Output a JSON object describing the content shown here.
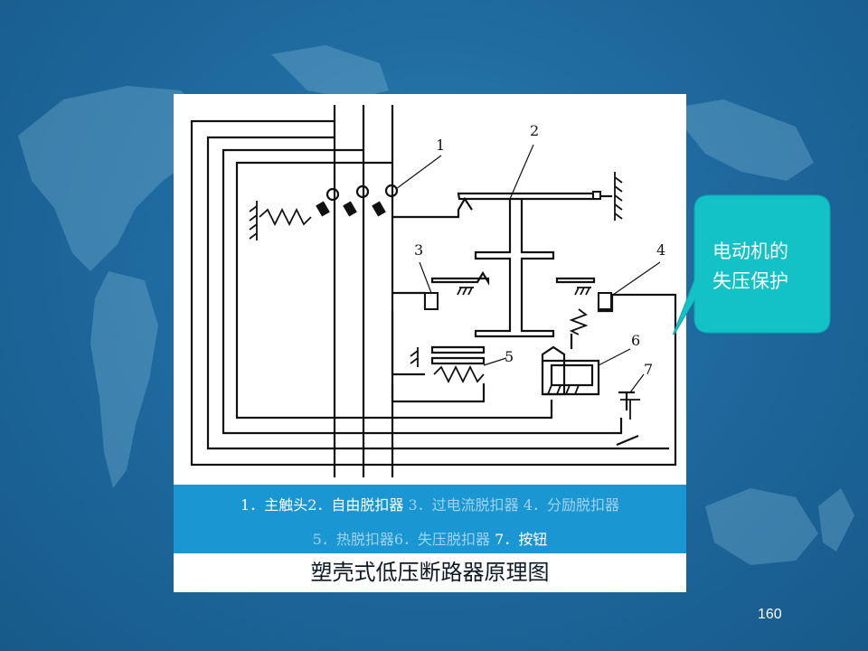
{
  "slide": {
    "page_number": "160",
    "background_color": "#1f6a9f",
    "callout": {
      "line1": "电动机的",
      "line2": "失压保护",
      "color": "#13c2c6"
    }
  },
  "figure": {
    "caption": "塑壳式低压断路器原理图",
    "legend_band_color": "#1a97d3",
    "legend_line1": [
      {
        "text": "1．主触头2．自由脱扣器",
        "tone": "white"
      },
      {
        "text": " 3．过电流脱扣器 4．分励脱扣器",
        "tone": "faded"
      }
    ],
    "legend_line2": [
      {
        "text": "5．热脱扣器6．失压脱扣器",
        "tone": "faded"
      },
      {
        "text": " 7．按钮",
        "tone": "white"
      }
    ],
    "part_labels": [
      "1",
      "2",
      "3",
      "4",
      "5",
      "6",
      "7"
    ],
    "icons": [
      "spring-icon",
      "ground-hatch-icon",
      "coil-icon",
      "heater-icon",
      "pushbutton-icon"
    ]
  }
}
